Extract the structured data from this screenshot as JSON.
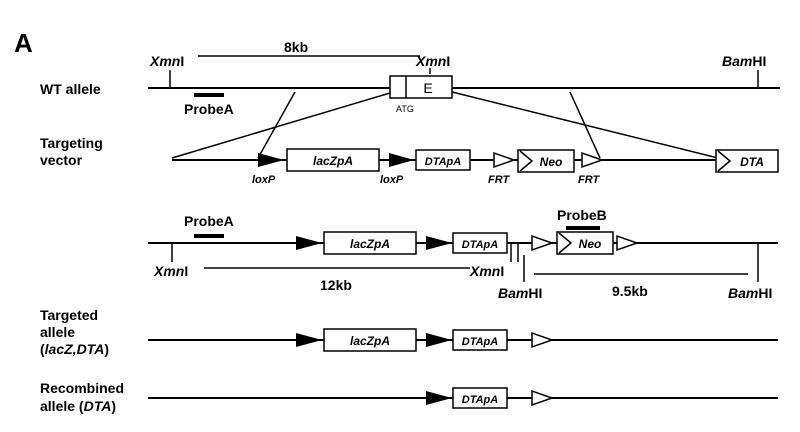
{
  "panel_label": "A",
  "rows": {
    "wt": "WT allele",
    "tv_line1": "Targeting",
    "tv_line2": "vector",
    "ta_line1": "Targeted",
    "ta_line2": "allele",
    "ta_line3_open": "(",
    "ta_line3_italic": "lacZ,DTA",
    "ta_line3_close": ")",
    "rc_line1": "Recombined",
    "rc_line2_pre": "allele (",
    "rc_line2_italic": "DTA",
    "rc_line2_close": ")"
  },
  "enzymes": {
    "xmn_italic": "Xmn",
    "xmn_suffix": "I",
    "bam_italic": "Bam",
    "bam_suffix": "HI"
  },
  "probes": {
    "a": "ProbeA",
    "b": "ProbeB"
  },
  "distances": {
    "wt_xmn": "8kb",
    "ko_xmn": "12kb",
    "ko_bam": "9.5kb"
  },
  "elements": {
    "exon": "E",
    "atg": "ATG",
    "lacz": "lacZpA",
    "dtapa": "DTApA",
    "neo": "Neo",
    "dta": "DTA",
    "loxp": "loxP",
    "frt": "FRT"
  }
}
